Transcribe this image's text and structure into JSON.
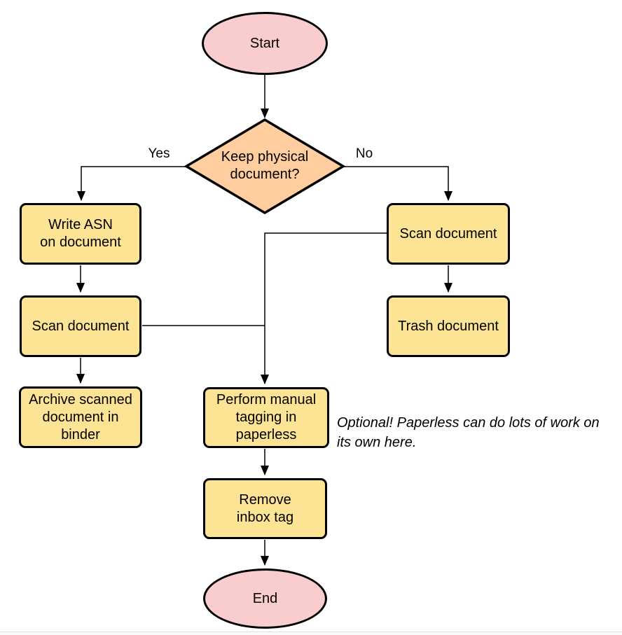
{
  "diagram": {
    "type": "flowchart",
    "nodes": {
      "start": {
        "shape": "terminator",
        "label": "Start"
      },
      "decision": {
        "shape": "diamond",
        "label": [
          "Keep physical",
          "document?"
        ]
      },
      "write_asn": {
        "shape": "process",
        "label": [
          "Write ASN",
          "on document"
        ]
      },
      "scan_left": {
        "shape": "process",
        "label": "Scan document"
      },
      "archive": {
        "shape": "process",
        "label": [
          "Archive scanned",
          "document in",
          "binder"
        ]
      },
      "scan_right": {
        "shape": "process",
        "label": "Scan document"
      },
      "trash": {
        "shape": "process",
        "label": "Trash document"
      },
      "tagging": {
        "shape": "process",
        "label": [
          "Perform manual",
          "tagging in",
          "paperless"
        ]
      },
      "remove_inbox": {
        "shape": "process",
        "label": [
          "Remove",
          "inbox tag"
        ]
      },
      "end": {
        "shape": "terminator",
        "label": "End"
      }
    },
    "edge_labels": {
      "yes": "Yes",
      "no": "No"
    },
    "edges": [
      "start -> decision",
      "decision -(Yes)-> write_asn",
      "decision -(No)-> scan_right",
      "write_asn -> scan_left",
      "scan_left -> archive",
      "scan_right -> trash",
      "scan_right -> tagging",
      "scan_left -> tagging",
      "tagging -> remove_inbox",
      "remove_inbox -> end"
    ],
    "annotation": {
      "lines": [
        "Optional! Paperless can do lots of work on",
        "its own here."
      ]
    },
    "colors": {
      "terminator_fill": "#f9cdcd",
      "decision_fill": "#ffcd9e",
      "process_fill": "#fde495",
      "stroke": "#000000",
      "background": "#ffffff"
    }
  }
}
